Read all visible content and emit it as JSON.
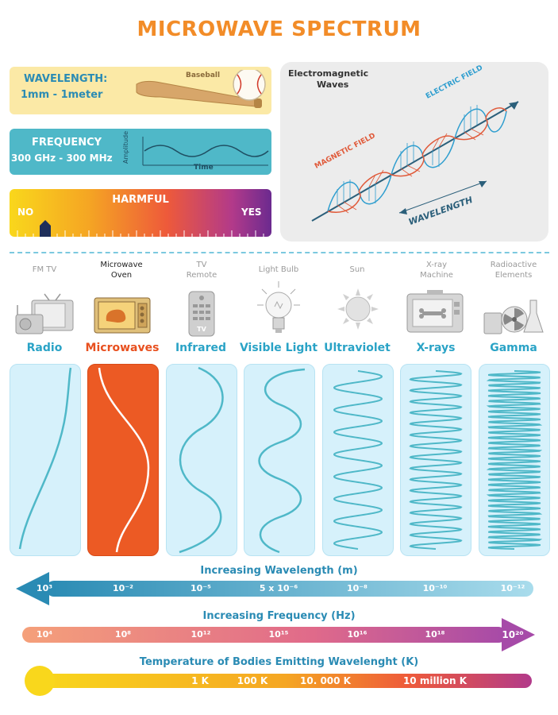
{
  "title": "MICROWAVE SPECTRUM",
  "wavelength": {
    "label": "WAVELENGTH:",
    "value": "1mm - 1meter",
    "object": "Baseball"
  },
  "frequency": {
    "label": "FREQUENCY",
    "value": "300 GHz - 300 MHz",
    "amplitude_label": "Amplitude",
    "time_label": "Time"
  },
  "harmful": {
    "label": "HARMFUL",
    "no": "NO",
    "yes": "YES",
    "level": 0.05
  },
  "em": {
    "title_line1": "Electromagnetic",
    "title_line2": "Waves",
    "electric": "ELECTRIC FIELD",
    "magnetic": "MAGNETIC FIELD",
    "wavelength": "WAVELENGTH"
  },
  "devices": [
    {
      "line1": "FM  TV",
      "line2": "",
      "icon": "radio-tv-icon"
    },
    {
      "line1": "Microwave",
      "line2": "Oven",
      "icon": "microwave-oven-icon"
    },
    {
      "line1": "TV",
      "line2": "Remote",
      "icon": "tv-remote-icon"
    },
    {
      "line1": "Light Bulb",
      "line2": "",
      "icon": "light-bulb-icon"
    },
    {
      "line1": "Sun",
      "line2": "",
      "icon": "sun-icon"
    },
    {
      "line1": "X-ray",
      "line2": "Machine",
      "icon": "xray-machine-icon"
    },
    {
      "line1": "Radioactive",
      "line2": "Elements",
      "icon": "radioactive-elements-icon"
    }
  ],
  "waves": [
    {
      "name": "Radio",
      "active": false
    },
    {
      "name": "Microwaves",
      "active": true
    },
    {
      "name": "Infrared",
      "active": false
    },
    {
      "name": "Visible Light",
      "active": false
    },
    {
      "name": "Ultraviolet",
      "active": false
    },
    {
      "name": "X-rays",
      "active": false
    },
    {
      "name": "Gamma",
      "active": false
    }
  ],
  "scales": {
    "wavelength": {
      "title": "Increasing Wavelength (m)",
      "ticks": [
        "10³",
        "10⁻²",
        "10⁻⁵",
        "5 x 10⁻⁶",
        "10⁻⁸",
        "10⁻¹⁰",
        "10⁻¹²"
      ]
    },
    "frequency": {
      "title": "Increasing Frequency (Hz)",
      "ticks": [
        "10⁴",
        "10⁸",
        "10¹²",
        "10¹⁵",
        "10¹⁶",
        "10¹⁸",
        "10²⁰"
      ]
    },
    "temperature": {
      "title": "Temperature of Bodies Emitting Wavelenght (K)",
      "ticks": [
        "1 K",
        "100 K",
        "10. 000 K",
        "10 million K"
      ]
    }
  },
  "colors": {
    "accent": "#f28c28",
    "blue": "#2aa3c6",
    "active": "#ec5a24"
  }
}
